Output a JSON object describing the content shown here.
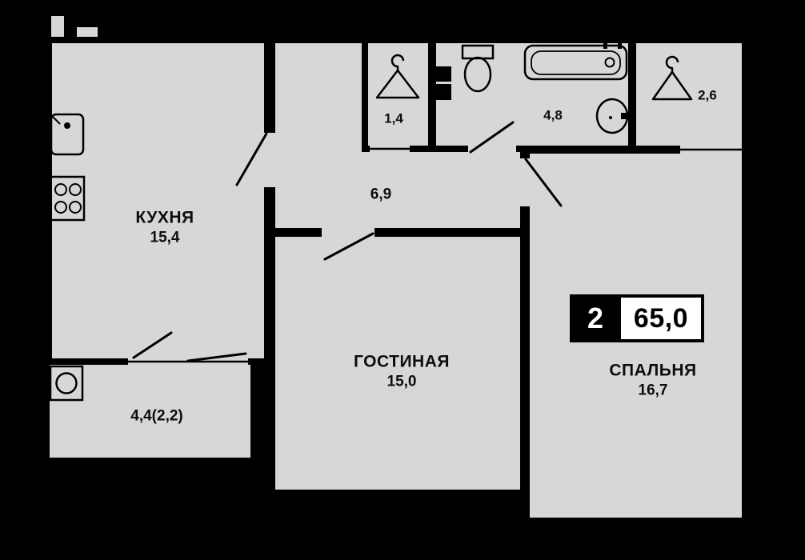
{
  "colors": {
    "background": "#000000",
    "floor": "#d7d7d7",
    "wall": "#000000",
    "badge_box": "#ffffff"
  },
  "labels": {
    "kitchen": {
      "title": "КУХНЯ",
      "area": "15,4"
    },
    "living": {
      "title": "ГОСТИНАЯ",
      "area": "15,0"
    },
    "bedroom": {
      "title": "СПАЛЬНЯ",
      "area": "16,7"
    },
    "hall": {
      "area": "6,9"
    },
    "wardrobe": {
      "area": "1,4"
    },
    "bathroom": {
      "area": "4,8"
    },
    "closet": {
      "area": "2,6"
    },
    "balcony": {
      "area": "4,4(2,2)"
    }
  },
  "badge": {
    "rooms_count": "2",
    "total_area": "65,0"
  },
  "icons": [
    "sink-icon",
    "stove-icon",
    "washing-machine-icon",
    "toilet-icon",
    "bathtub-icon",
    "washbasin-icon",
    "hanger-icon-wardrobe",
    "hanger-icon-closet"
  ]
}
